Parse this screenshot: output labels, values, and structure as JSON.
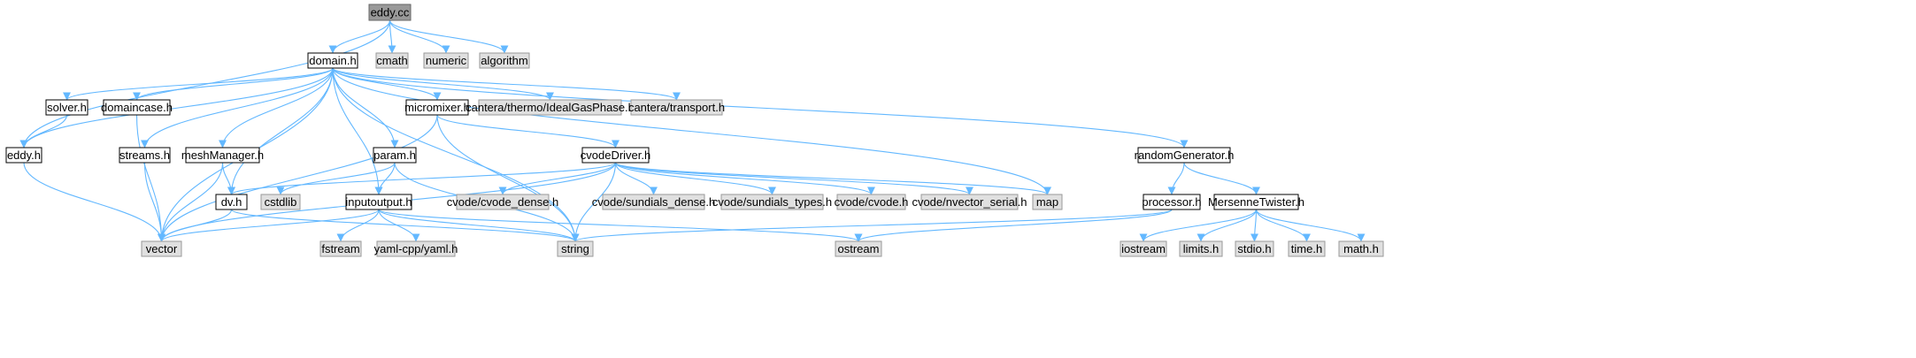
{
  "graph": {
    "colors": {
      "edge": "#63b8ff",
      "focus_fill": "#999999",
      "focus_border": "#666666",
      "header_fill": "#ffffff",
      "header_border": "#000000",
      "system_fill": "#e0e0e0",
      "system_border": "#999999"
    },
    "nodes": [
      {
        "id": "eddy_cc",
        "label": "eddy.cc",
        "kind": "focus"
      },
      {
        "id": "domain_h",
        "label": "domain.h",
        "kind": "header"
      },
      {
        "id": "cmath",
        "label": "cmath",
        "kind": "system"
      },
      {
        "id": "numeric",
        "label": "numeric",
        "kind": "system"
      },
      {
        "id": "algorithm",
        "label": "algorithm",
        "kind": "system"
      },
      {
        "id": "solver_h",
        "label": "solver.h",
        "kind": "header"
      },
      {
        "id": "domaincase_h",
        "label": "domaincase.h",
        "kind": "header"
      },
      {
        "id": "micromixer_h",
        "label": "micromixer.h",
        "kind": "header"
      },
      {
        "id": "cantera_thermo",
        "label": "cantera/thermo/IdealGasPhase.h",
        "kind": "system"
      },
      {
        "id": "cantera_transport",
        "label": "cantera/transport.h",
        "kind": "system"
      },
      {
        "id": "eddy_h",
        "label": "eddy.h",
        "kind": "header"
      },
      {
        "id": "streams_h",
        "label": "streams.h",
        "kind": "header"
      },
      {
        "id": "meshManager_h",
        "label": "meshManager.h",
        "kind": "header"
      },
      {
        "id": "param_h",
        "label": "param.h",
        "kind": "header"
      },
      {
        "id": "cvodeDriver_h",
        "label": "cvodeDriver.h",
        "kind": "header"
      },
      {
        "id": "randomGenerator_h",
        "label": "randomGenerator.h",
        "kind": "header"
      },
      {
        "id": "dv_h",
        "label": "dv.h",
        "kind": "header"
      },
      {
        "id": "cstdlib",
        "label": "cstdlib",
        "kind": "system"
      },
      {
        "id": "inputoutput_h",
        "label": "inputoutput.h",
        "kind": "header"
      },
      {
        "id": "cvode_dense",
        "label": "cvode/cvode_dense.h",
        "kind": "system"
      },
      {
        "id": "sundials_dense",
        "label": "cvode/sundials_dense.h",
        "kind": "system"
      },
      {
        "id": "sundials_types",
        "label": "cvode/sundials_types.h",
        "kind": "system"
      },
      {
        "id": "cvode_cvode",
        "label": "cvode/cvode.h",
        "kind": "system"
      },
      {
        "id": "nvector_serial",
        "label": "cvode/nvector_serial.h",
        "kind": "system"
      },
      {
        "id": "map",
        "label": "map",
        "kind": "system"
      },
      {
        "id": "processor_h",
        "label": "processor.h",
        "kind": "header"
      },
      {
        "id": "MersenneTwister_h",
        "label": "MersenneTwister.h",
        "kind": "header"
      },
      {
        "id": "vector",
        "label": "vector",
        "kind": "system"
      },
      {
        "id": "fstream",
        "label": "fstream",
        "kind": "system"
      },
      {
        "id": "yaml_cpp",
        "label": "yaml-cpp/yaml.h",
        "kind": "system"
      },
      {
        "id": "string",
        "label": "string",
        "kind": "system"
      },
      {
        "id": "ostream",
        "label": "ostream",
        "kind": "system"
      },
      {
        "id": "iostream",
        "label": "iostream",
        "kind": "system"
      },
      {
        "id": "limits_h",
        "label": "limits.h",
        "kind": "system"
      },
      {
        "id": "stdio_h",
        "label": "stdio.h",
        "kind": "system"
      },
      {
        "id": "time_h",
        "label": "time.h",
        "kind": "system"
      },
      {
        "id": "math_h",
        "label": "math.h",
        "kind": "system"
      }
    ],
    "edges": [
      [
        "eddy_cc",
        "domain_h"
      ],
      [
        "eddy_cc",
        "cmath"
      ],
      [
        "eddy_cc",
        "numeric"
      ],
      [
        "eddy_cc",
        "algorithm"
      ],
      [
        "eddy_cc",
        "eddy_h"
      ],
      [
        "domain_h",
        "eddy_h"
      ],
      [
        "domain_h",
        "solver_h"
      ],
      [
        "domain_h",
        "domaincase_h"
      ],
      [
        "domain_h",
        "streams_h"
      ],
      [
        "domain_h",
        "meshManager_h"
      ],
      [
        "domain_h",
        "dv_h"
      ],
      [
        "domain_h",
        "inputoutput_h"
      ],
      [
        "domain_h",
        "param_h"
      ],
      [
        "domain_h",
        "micromixer_h"
      ],
      [
        "domain_h",
        "cantera_thermo"
      ],
      [
        "domain_h",
        "cantera_transport"
      ],
      [
        "domain_h",
        "randomGenerator_h"
      ],
      [
        "domain_h",
        "vector"
      ],
      [
        "domain_h",
        "map"
      ],
      [
        "domain_h",
        "string"
      ],
      [
        "solver_h",
        "eddy_h"
      ],
      [
        "domaincase_h",
        "vector"
      ],
      [
        "eddy_h",
        "vector"
      ],
      [
        "streams_h",
        "vector"
      ],
      [
        "meshManager_h",
        "vector"
      ],
      [
        "meshManager_h",
        "dv_h"
      ],
      [
        "param_h",
        "cstdlib"
      ],
      [
        "param_h",
        "inputoutput_h"
      ],
      [
        "param_h",
        "string"
      ],
      [
        "micromixer_h",
        "cvodeDriver_h"
      ],
      [
        "micromixer_h",
        "vector"
      ],
      [
        "micromixer_h",
        "string"
      ],
      [
        "cvodeDriver_h",
        "dv_h"
      ],
      [
        "cvodeDriver_h",
        "vector"
      ],
      [
        "cvodeDriver_h",
        "string"
      ],
      [
        "cvodeDriver_h",
        "cvode_dense"
      ],
      [
        "cvodeDriver_h",
        "sundials_dense"
      ],
      [
        "cvodeDriver_h",
        "sundials_types"
      ],
      [
        "cvodeDriver_h",
        "cvode_cvode"
      ],
      [
        "cvodeDriver_h",
        "nvector_serial"
      ],
      [
        "cvodeDriver_h",
        "map"
      ],
      [
        "dv_h",
        "vector"
      ],
      [
        "dv_h",
        "string"
      ],
      [
        "inputoutput_h",
        "vector"
      ],
      [
        "inputoutput_h",
        "fstream"
      ],
      [
        "inputoutput_h",
        "yaml_cpp"
      ],
      [
        "inputoutput_h",
        "string"
      ],
      [
        "inputoutput_h",
        "ostream"
      ],
      [
        "randomGenerator_h",
        "processor_h"
      ],
      [
        "randomGenerator_h",
        "MersenneTwister_h"
      ],
      [
        "processor_h",
        "string"
      ],
      [
        "processor_h",
        "ostream"
      ],
      [
        "MersenneTwister_h",
        "iostream"
      ],
      [
        "MersenneTwister_h",
        "limits_h"
      ],
      [
        "MersenneTwister_h",
        "stdio_h"
      ],
      [
        "MersenneTwister_h",
        "time_h"
      ],
      [
        "MersenneTwister_h",
        "math_h"
      ]
    ]
  }
}
